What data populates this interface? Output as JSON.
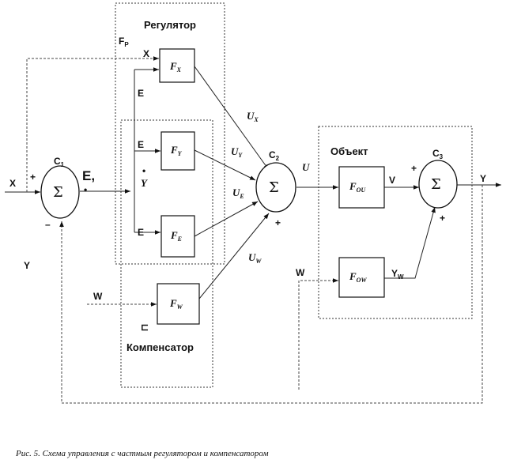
{
  "regulator": {
    "title": "Регулятор",
    "fr_label": "F",
    "fr_sub": "Р"
  },
  "object": {
    "title": "Объект"
  },
  "compensator": {
    "title": "Компенсатор",
    "mark": "⊏"
  },
  "blocks": {
    "fx": {
      "main": "F",
      "sub": "X"
    },
    "fy": {
      "main": "F",
      "sub": "Y"
    },
    "fe": {
      "main": "F",
      "sub": "E"
    },
    "fw": {
      "main": "F",
      "sub": "W"
    },
    "fou": {
      "main": "F",
      "sub": "OU"
    },
    "fow": {
      "main": "F",
      "sub": "OW"
    }
  },
  "summers": {
    "c1": {
      "symbol": "Σ",
      "label": "C",
      "sub": "1",
      "plus": "+",
      "minus": "–"
    },
    "c2": {
      "symbol": "Σ",
      "label": "C",
      "sub": "2",
      "plus": "+"
    },
    "c3": {
      "symbol": "Σ",
      "label": "C",
      "sub": "3",
      "plus_top": "+",
      "plus_bottom": "+"
    }
  },
  "signals": {
    "x_in": "X",
    "x_reg": "X",
    "e_main": "E",
    "e_comma": ",",
    "e_top": "E",
    "e_mid": "E",
    "e_bot": "E",
    "y_dot": "•",
    "y_dot_label": "Y",
    "y_feedback": "Y",
    "y_out": "Y",
    "w_in": "W",
    "w_obj": "W",
    "u": "U",
    "ux_main": "U",
    "ux_sub": "X",
    "uy_main": "U",
    "uy_sub": "Y",
    "ue_main": "U",
    "ue_sub": "E",
    "uw_main": "U",
    "uw_sub": "W",
    "v": "V",
    "yw_main": "Y",
    "yw_sub": "W"
  },
  "caption": "Рис. 5. Схема управления с частным регулятором и компенсатором"
}
